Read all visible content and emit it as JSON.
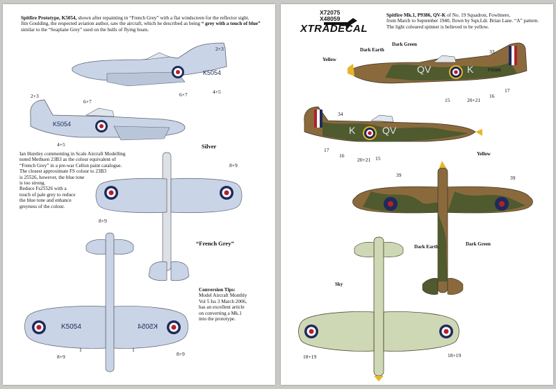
{
  "left": {
    "intro_title": "Spitfire Prototype, K5054,",
    "intro_line1": " shown after repainting in “French Grey” with a flat windscreen for the reflector sight.",
    "intro_line2": "Jim Goulding, the respected aviation author, saw the aircraft, which he described as being ",
    "intro_emph": "“ grey with a touch of  blue”",
    "intro_line3": "similar to the “Seaplane Grey” used on the hulls of flying boats.",
    "note": [
      "Ian Huntley commenting in Scale Aircraft Modelling",
      "noted Methuen 23B3 as the colour equivalent of",
      "“French Grey” in a pre-war Cellon paint catalogue.",
      "The closest approximate FS colour to 23B3",
      "is 25526, however, the blue tone",
      "is too strong.",
      "Reduce Fs25526 with a",
      "touch of pale grey to reduce",
      "the blue tone and enhance",
      "greyness of the colour."
    ],
    "silver_label": "Silver",
    "french_grey_label": "“French Grey”",
    "conversion_title": "Conversion Tips:",
    "conversion_lines": [
      "Model Aircraft Monthly",
      "Vol 5 Iss 3 March 2006,",
      "has an excellent article",
      "on converting a Mk.1",
      "into the prototype."
    ],
    "serial": "K5054",
    "callouts": {
      "c23": "2+3",
      "c67": "6+7",
      "c45": "4+5",
      "c89": "8+9",
      "c1": "1"
    }
  },
  "right": {
    "cat1": "X72075",
    "cat2": "X48059",
    "brand": "XTRADECAL",
    "title": "Spitfire Mk.1, P9386, QV-K",
    "title_rest": " of No. 19 Squadron, Fowlmere,",
    "line2": "from March to September 1940, flown by Sqn.Ldr. Brian Lane. “A” pattern.",
    "line3": "The light coloured spinner is believed to be yellow.",
    "code_a": "QV",
    "code_b": "K",
    "serial": "P9386",
    "labels": {
      "dark_earth": "Dark Earth",
      "dark_green": "Dark Green",
      "yellow": "Yellow",
      "sky": "Sky"
    },
    "callouts": {
      "c33": "33",
      "c15": "15",
      "c2021": "20+21",
      "c16": "16",
      "c17": "17",
      "c34": "34",
      "c39": "39",
      "c1819": "18+19"
    }
  },
  "colors": {
    "french_grey": "#c9d4e6",
    "silver": "#dde1e6",
    "dark_earth": "#8a6a3c",
    "dark_green": "#4f5a2e",
    "sky": "#cfd8b4",
    "roundel_blue": "#1f2a5a",
    "roundel_red": "#b3202c",
    "yellow": "#e8b52a"
  }
}
